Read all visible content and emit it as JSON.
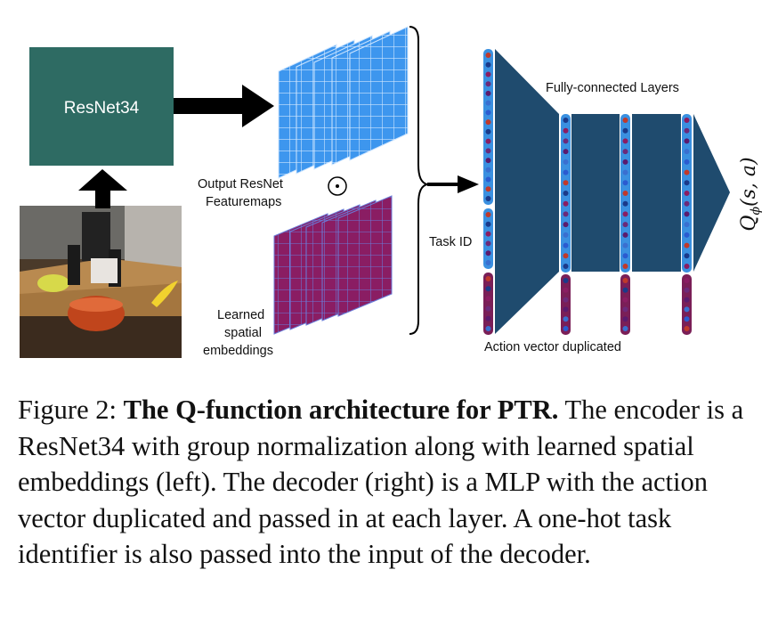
{
  "figure": {
    "encoder_label": "ResNet34",
    "featuremaps_label_line1": "Output ResNet",
    "featuremaps_label_line2": "Featuremaps",
    "odot_symbol": "⊙",
    "embeddings_label_line1": "Learned",
    "embeddings_label_line2": "spatial",
    "embeddings_label_line3": "embeddings",
    "task_id_label": "Task ID",
    "fc_layers_label": "Fully-connected Layers",
    "action_label": "Action vector duplicated",
    "q_label_main": "Q",
    "q_label_sub": "ϕ",
    "q_label_args": "(s, a)",
    "colors": {
      "encoder_box": "#2e6b63",
      "featuremap": "#3d96ee",
      "embedding": "#8a1d63",
      "decoder": "#1f4b6e",
      "input_column": "#3a90e0",
      "action_column": "#7a1f57"
    }
  },
  "caption": {
    "figure_number": "Figure 2:",
    "title": "The Q-function architecture for PTR.",
    "text": "The encoder is a ResNet34 with group normalization along with learned spatial embeddings (left). The decoder (right) is a MLP with the action vector duplicated and passed in at each layer. A one-hot task identifier is also passed into the input of the decoder."
  }
}
